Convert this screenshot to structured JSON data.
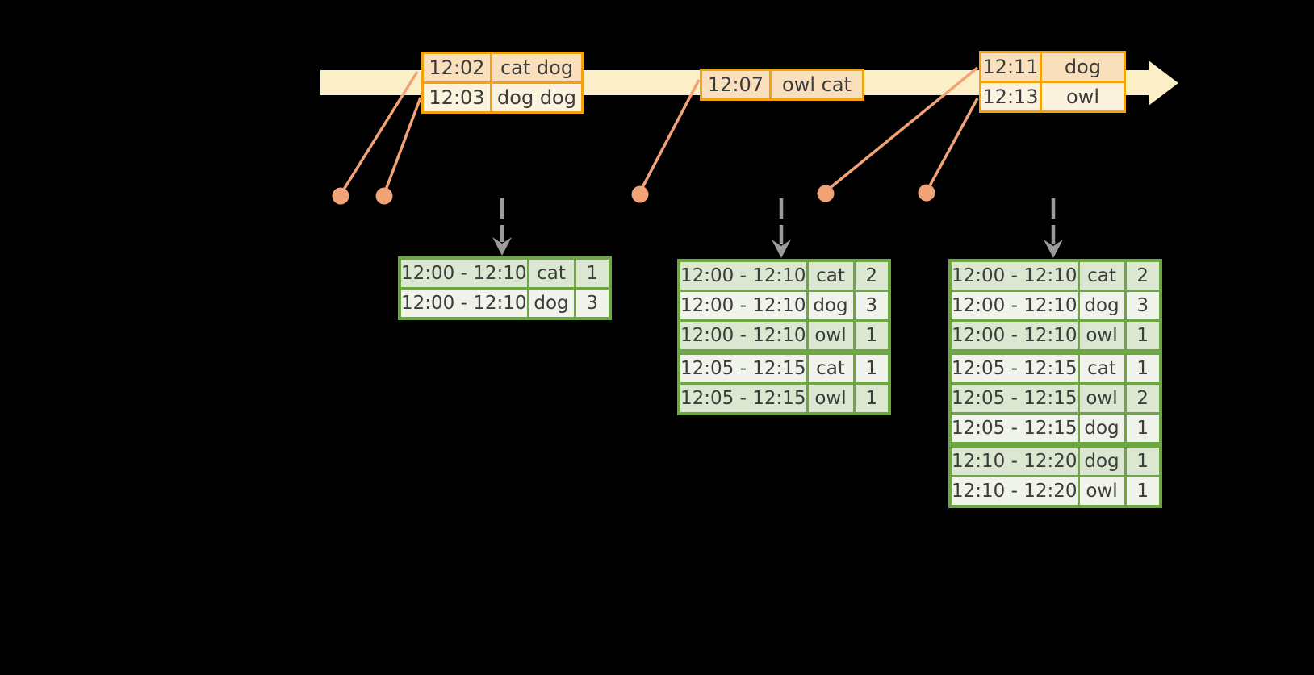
{
  "colors": {
    "background": "#000000",
    "timeline_fill": "#FBEFC8",
    "event_border": "#F0A30F",
    "event_row_dark": "#F9DFBC",
    "event_row_light": "#FCF3DF",
    "connector": "#F1A276",
    "trigger_arrow": "#9B9B9B",
    "result_border": "#6CA741",
    "result_row_dark": "#DBE7D0",
    "result_row_light": "#EFF3EA",
    "text": "#3C3C3C"
  },
  "timeline": {
    "event_tables": [
      {
        "rows": [
          {
            "time": "12:02",
            "words": "cat dog"
          },
          {
            "time": "12:03",
            "words": "dog dog"
          }
        ]
      },
      {
        "rows": [
          {
            "time": "12:07",
            "words": "owl cat"
          }
        ]
      },
      {
        "rows": [
          {
            "time": "12:11",
            "words": "dog"
          },
          {
            "time": "12:13",
            "words": "owl"
          }
        ]
      }
    ]
  },
  "result_tables": [
    {
      "rows": [
        {
          "window": "12:00 - 12:10",
          "word": "cat",
          "count": "1"
        },
        {
          "window": "12:00 - 12:10",
          "word": "dog",
          "count": "3"
        }
      ]
    },
    {
      "rows": [
        {
          "window": "12:00 - 12:10",
          "word": "cat",
          "count": "2"
        },
        {
          "window": "12:00 - 12:10",
          "word": "dog",
          "count": "3"
        },
        {
          "window": "12:00 - 12:10",
          "word": "owl",
          "count": "1"
        },
        {
          "window": "12:05 - 12:15",
          "word": "cat",
          "count": "1"
        },
        {
          "window": "12:05 - 12:15",
          "word": "owl",
          "count": "1"
        }
      ]
    },
    {
      "rows": [
        {
          "window": "12:00 - 12:10",
          "word": "cat",
          "count": "2"
        },
        {
          "window": "12:00 - 12:10",
          "word": "dog",
          "count": "3"
        },
        {
          "window": "12:00 - 12:10",
          "word": "owl",
          "count": "1"
        },
        {
          "window": "12:05 - 12:15",
          "word": "cat",
          "count": "1"
        },
        {
          "window": "12:05 - 12:15",
          "word": "owl",
          "count": "2"
        },
        {
          "window": "12:05 - 12:15",
          "word": "dog",
          "count": "1"
        },
        {
          "window": "12:10 - 12:20",
          "word": "dog",
          "count": "1"
        },
        {
          "window": "12:10 - 12:20",
          "word": "owl",
          "count": "1"
        }
      ]
    }
  ]
}
